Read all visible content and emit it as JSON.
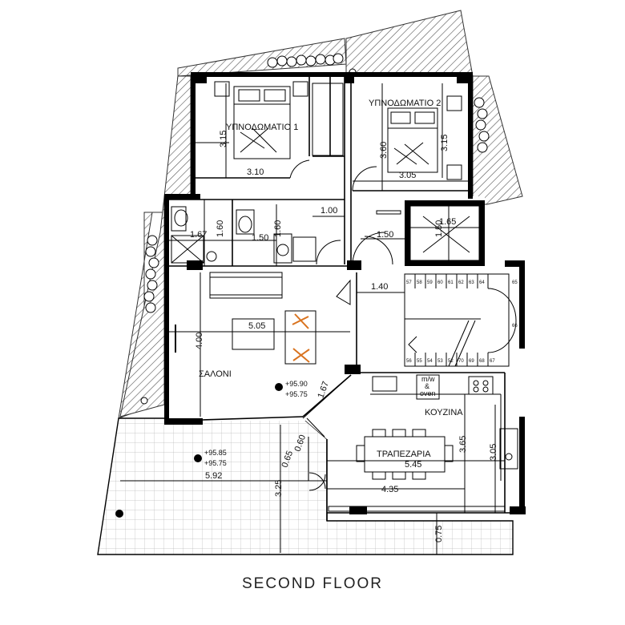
{
  "title": "SECOND FLOOR",
  "rooms": {
    "bedroom1": "ΥΠΝΟΔΩΜΑΤΙΟ 1",
    "bedroom2": "ΥΠΝΟΔΩΜΑΤΙΟ 2",
    "living": "ΣΑΛΟΝΙ",
    "kitchen": "ΚΟΥΖΙΝΑ",
    "dining": "ΤΡΑΠΕΖΑΡΙΑ"
  },
  "dimensions": {
    "b1_height": "3.15",
    "b1_width": "3.10",
    "b2_height_a": "3.60",
    "b2_height_b": "3.15",
    "b2_width": "3.05",
    "corridor": "1.00",
    "wc1_w": "1.67",
    "wc1_h": "1.60",
    "wc2_w": "1.50",
    "wc2_h": "1.60",
    "hall_w": "1.50",
    "lift_w": "1.65",
    "lift_h": "1.50",
    "stair_w": "1.40",
    "living_w": "5.05",
    "living_h": "4.00",
    "diag": "1.67",
    "door_a": "0.60",
    "door_b": "0.65",
    "terrace_h": "3.25",
    "terrace_w": "5.92",
    "kitchen_h1": "3.65",
    "kitchen_h2": "3.05",
    "dining_w": "5.45",
    "kitchen_w": "4.35",
    "balcony": "0.75"
  },
  "levels": {
    "living_top": "+95.90",
    "living_bottom": "+95.75",
    "terrace_top": "+95.85",
    "terrace_bottom": "+95.75"
  },
  "appliance": {
    "line1": "m/w",
    "line2": "&",
    "line3": "oven"
  },
  "stairs": {
    "top": [
      "57",
      "58",
      "59",
      "60",
      "61",
      "62",
      "63",
      "64",
      "65"
    ],
    "right": "66",
    "bottom": [
      "56",
      "55",
      "54",
      "53",
      "52",
      "70",
      "69",
      "68",
      "67"
    ]
  }
}
